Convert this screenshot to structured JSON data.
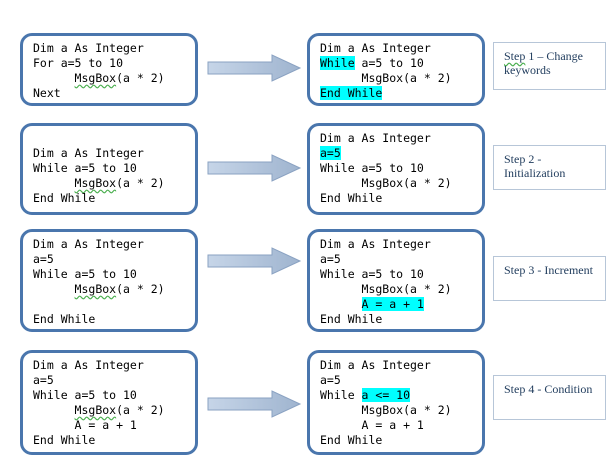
{
  "rows": [
    {
      "before": [
        {
          "segments": [
            {
              "text": "Dim a As Integer"
            }
          ]
        },
        {
          "segments": [
            {
              "text": "For a=5 to 10"
            }
          ]
        },
        {
          "segments": [
            {
              "text": "      "
            },
            {
              "text": "MsgBox",
              "squig": true
            },
            {
              "text": "(a * 2)"
            }
          ]
        },
        {
          "segments": [
            {
              "text": "Next"
            }
          ]
        }
      ],
      "after": [
        {
          "segments": [
            {
              "text": "Dim a As Integer"
            }
          ]
        },
        {
          "segments": [
            {
              "text": "While",
              "hl": true
            },
            {
              "text": " a=5 to 10"
            }
          ]
        },
        {
          "segments": [
            {
              "text": "      MsgBox(a * 2)"
            }
          ]
        },
        {
          "segments": [
            {
              "text": "End While",
              "hl": true
            }
          ]
        }
      ],
      "step": "Step 1 – Change keywords",
      "step_first_word_squig": true
    },
    {
      "before": [
        {
          "segments": [
            {
              "text": ""
            }
          ]
        },
        {
          "segments": [
            {
              "text": "Dim a As Integer"
            }
          ]
        },
        {
          "segments": [
            {
              "text": "While a=5 to 10"
            }
          ]
        },
        {
          "segments": [
            {
              "text": "      "
            },
            {
              "text": "MsgBox",
              "squig": true
            },
            {
              "text": "(a * 2)"
            }
          ]
        },
        {
          "segments": [
            {
              "text": "End While"
            }
          ]
        }
      ],
      "after": [
        {
          "segments": [
            {
              "text": "Dim a As Integer"
            }
          ]
        },
        {
          "segments": [
            {
              "text": "a=5",
              "hl": true
            }
          ]
        },
        {
          "segments": [
            {
              "text": "While a=5 to 10"
            }
          ]
        },
        {
          "segments": [
            {
              "text": "      MsgBox(a * 2)"
            }
          ]
        },
        {
          "segments": [
            {
              "text": "End While"
            }
          ]
        }
      ],
      "step": "Step 2 - Initialization",
      "step_first_word_squig": false
    },
    {
      "before": [
        {
          "segments": [
            {
              "text": "Dim a As Integer"
            }
          ]
        },
        {
          "segments": [
            {
              "text": "a=5"
            }
          ]
        },
        {
          "segments": [
            {
              "text": "While a=5 to 10"
            }
          ]
        },
        {
          "segments": [
            {
              "text": "      "
            },
            {
              "text": "MsgBox",
              "squig": true
            },
            {
              "text": "(a * 2)"
            }
          ]
        },
        {
          "segments": [
            {
              "text": ""
            }
          ]
        },
        {
          "segments": [
            {
              "text": "End While"
            }
          ]
        }
      ],
      "after": [
        {
          "segments": [
            {
              "text": "Dim a As Integer"
            }
          ]
        },
        {
          "segments": [
            {
              "text": "a=5"
            }
          ]
        },
        {
          "segments": [
            {
              "text": "While a=5 to 10"
            }
          ]
        },
        {
          "segments": [
            {
              "text": "      MsgBox(a * 2)"
            }
          ]
        },
        {
          "segments": [
            {
              "text": "      "
            },
            {
              "text": "A = a + 1",
              "hl": true
            }
          ]
        },
        {
          "segments": [
            {
              "text": "End While"
            }
          ]
        }
      ],
      "step": "Step 3 - Increment",
      "step_first_word_squig": false
    },
    {
      "before": [
        {
          "segments": [
            {
              "text": "Dim a As Integer"
            }
          ]
        },
        {
          "segments": [
            {
              "text": "a=5"
            }
          ]
        },
        {
          "segments": [
            {
              "text": "While a=5 to 10"
            }
          ]
        },
        {
          "segments": [
            {
              "text": "      "
            },
            {
              "text": "MsgBox",
              "squig": true
            },
            {
              "text": "(a * 2)"
            }
          ]
        },
        {
          "segments": [
            {
              "text": "      A = a + 1"
            }
          ]
        },
        {
          "segments": [
            {
              "text": "End While"
            }
          ]
        }
      ],
      "after": [
        {
          "segments": [
            {
              "text": "Dim a As Integer"
            }
          ]
        },
        {
          "segments": [
            {
              "text": "a=5"
            }
          ]
        },
        {
          "segments": [
            {
              "text": "While "
            },
            {
              "text": "a <= 10",
              "hl": true
            }
          ]
        },
        {
          "segments": [
            {
              "text": "      MsgBox(a * 2)"
            }
          ]
        },
        {
          "segments": [
            {
              "text": "      A = a + 1"
            }
          ]
        },
        {
          "segments": [
            {
              "text": "End While"
            }
          ]
        }
      ],
      "step": "Step 4 - Condition",
      "step_first_word_squig": false
    }
  ],
  "colors": {
    "box_border": "#4a76ad",
    "highlight": "#00ffff",
    "arrow": "#a9bdd6",
    "step_text": "#1f3b5c"
  }
}
